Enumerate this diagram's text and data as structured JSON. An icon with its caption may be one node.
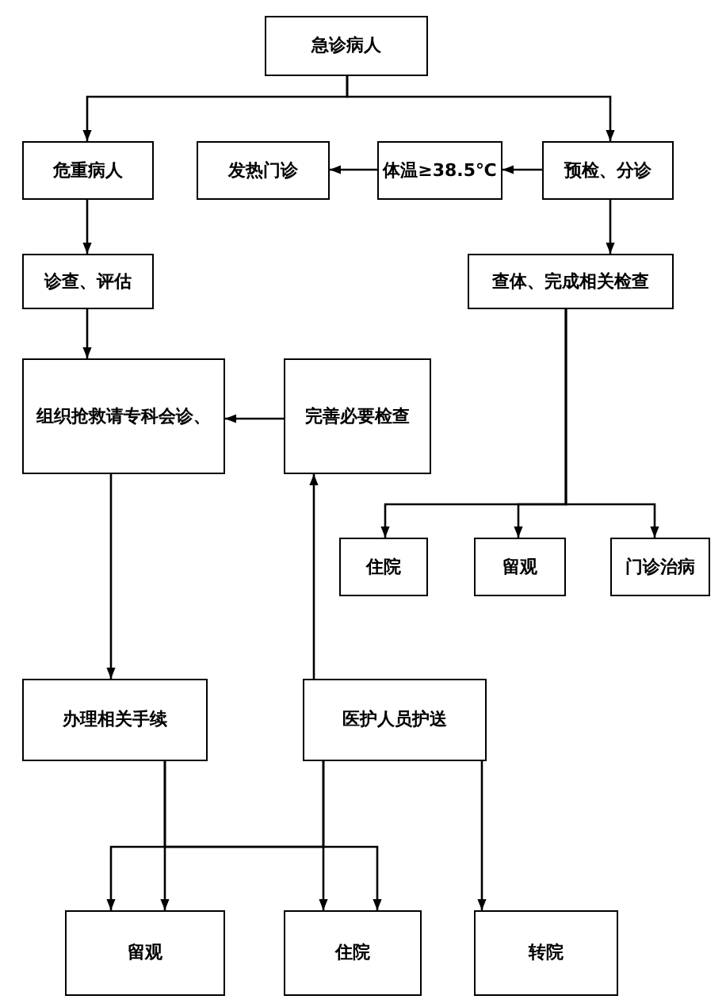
{
  "diagram": {
    "nodes": [
      {
        "text": [
          "急诊病人"
        ]
      },
      {
        "text": [
          "危重病人"
        ]
      },
      {
        "text": [
          "发热门诊"
        ]
      },
      {
        "text": [
          "体温≥38.5℃"
        ]
      },
      {
        "text": [
          "预检、分诊"
        ]
      },
      {
        "text": [
          "诊查、评估"
        ]
      },
      {
        "text": [
          "查体、完成相关检查"
        ]
      },
      {
        "text": [
          "组织抢救请专科会诊、"
        ]
      },
      {
        "text": [
          "完善必要检查"
        ]
      },
      {
        "text": [
          "住院"
        ]
      },
      {
        "text": [
          "留观"
        ]
      },
      {
        "text": [
          "门诊治病"
        ]
      },
      {
        "text": [
          "办理相关手续"
        ]
      },
      {
        "text": [
          "医护人员护送"
        ]
      },
      {
        "text": [
          "留观"
        ]
      },
      {
        "text": [
          "住院"
        ]
      },
      {
        "text": [
          "转院"
        ]
      }
    ],
    "edges": [
      {
        "from": 0,
        "to": 1,
        "arrow": "to"
      },
      {
        "from": 0,
        "to": 4,
        "arrow": "to"
      },
      {
        "from": 4,
        "to": 3,
        "arrow": "to"
      },
      {
        "from": 3,
        "to": 2,
        "arrow": "to"
      },
      {
        "from": 1,
        "to": 5,
        "arrow": "to"
      },
      {
        "from": 4,
        "to": 6,
        "arrow": "to"
      },
      {
        "from": 5,
        "to": 7,
        "arrow": "to"
      },
      {
        "from": 8,
        "to": 7,
        "arrow": "to"
      },
      {
        "from": 13,
        "to": 8,
        "arrow": "to"
      },
      {
        "from": 6,
        "to": 9,
        "arrow": "to"
      },
      {
        "from": 6,
        "to": 10,
        "arrow": "to"
      },
      {
        "from": 6,
        "to": 11,
        "arrow": "to"
      },
      {
        "from": 7,
        "to": 12,
        "arrow": "to"
      },
      {
        "from": 12,
        "to": 14,
        "arrow": "to"
      },
      {
        "from": 12,
        "to": 15,
        "arrow": "to"
      },
      {
        "from": 13,
        "to": 14,
        "arrow": "to"
      },
      {
        "from": 13,
        "to": 15,
        "arrow": "to"
      },
      {
        "from": 13,
        "to": 16,
        "arrow": "to"
      }
    ]
  }
}
